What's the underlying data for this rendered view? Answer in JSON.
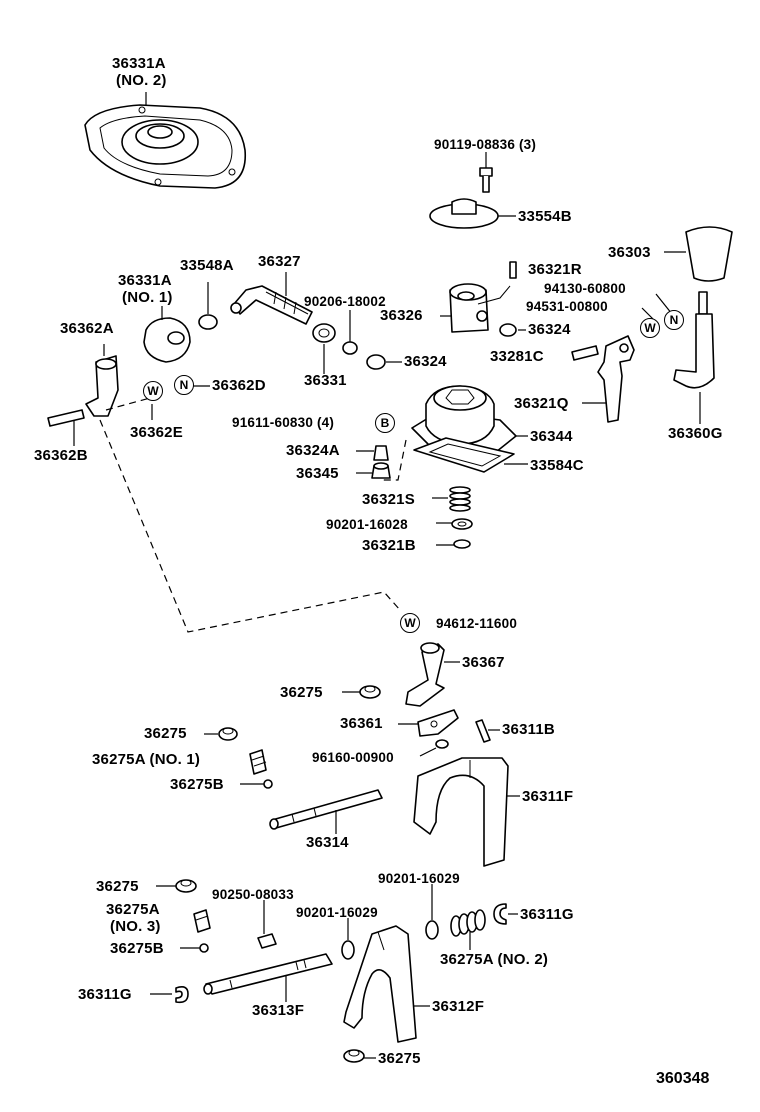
{
  "figure_ref": "360348",
  "parts": {
    "p36331A_no2": "36331A",
    "p36331A_no2_note": "(NO. 2)",
    "p90119": "90119-08836 (3)",
    "p33554B": "33554B",
    "p36303": "36303",
    "p36321R": "36321R",
    "p94130": "94130-60800",
    "p94531": "94531-00800",
    "p36327": "36327",
    "p33548A": "33548A",
    "p36331A_no1": "36331A",
    "p36331A_no1_note": "(NO. 1)",
    "p90206": "90206-18002",
    "p36326": "36326",
    "p36324_a": "36324",
    "p36324_b": "36324",
    "p33281C": "33281C",
    "p36362A": "36362A",
    "p36362D": "36362D",
    "p36331": "36331",
    "p36362E": "36362E",
    "p36362B": "36362B",
    "p91611": "91611-60830 (4)",
    "p36321Q": "36321Q",
    "p36360G": "36360G",
    "p36344": "36344",
    "p36324A": "36324A",
    "p33584C": "33584C",
    "p36345": "36345",
    "p36321S": "36321S",
    "p90201_16028": "90201-16028",
    "p36321B": "36321B",
    "p94612": "94612-11600",
    "p36367": "36367",
    "p36275_1": "36275",
    "p36361": "36361",
    "p36311B": "36311B",
    "p36275_2": "36275",
    "p96160": "96160-00900",
    "p36275A_no1": "36275A (NO. 1)",
    "p36275B_1": "36275B",
    "p36311F": "36311F",
    "p36314": "36314",
    "p90201_16029_a": "90201-16029",
    "p36275_3": "36275",
    "p90250": "90250-08033",
    "p36275A_no3": "36275A",
    "p36275A_no3_note": "(NO. 3)",
    "p90201_16029_b": "90201-16029",
    "p36311G_a": "36311G",
    "p36275B_2": "36275B",
    "p36275A_no2": "36275A (NO. 2)",
    "p36311G_b": "36311G",
    "p36313F": "36313F",
    "p36312F": "36312F",
    "p36275_4": "36275"
  },
  "symbols": {
    "washer_w": "W",
    "nut_n": "N",
    "bolt_b": "B"
  }
}
